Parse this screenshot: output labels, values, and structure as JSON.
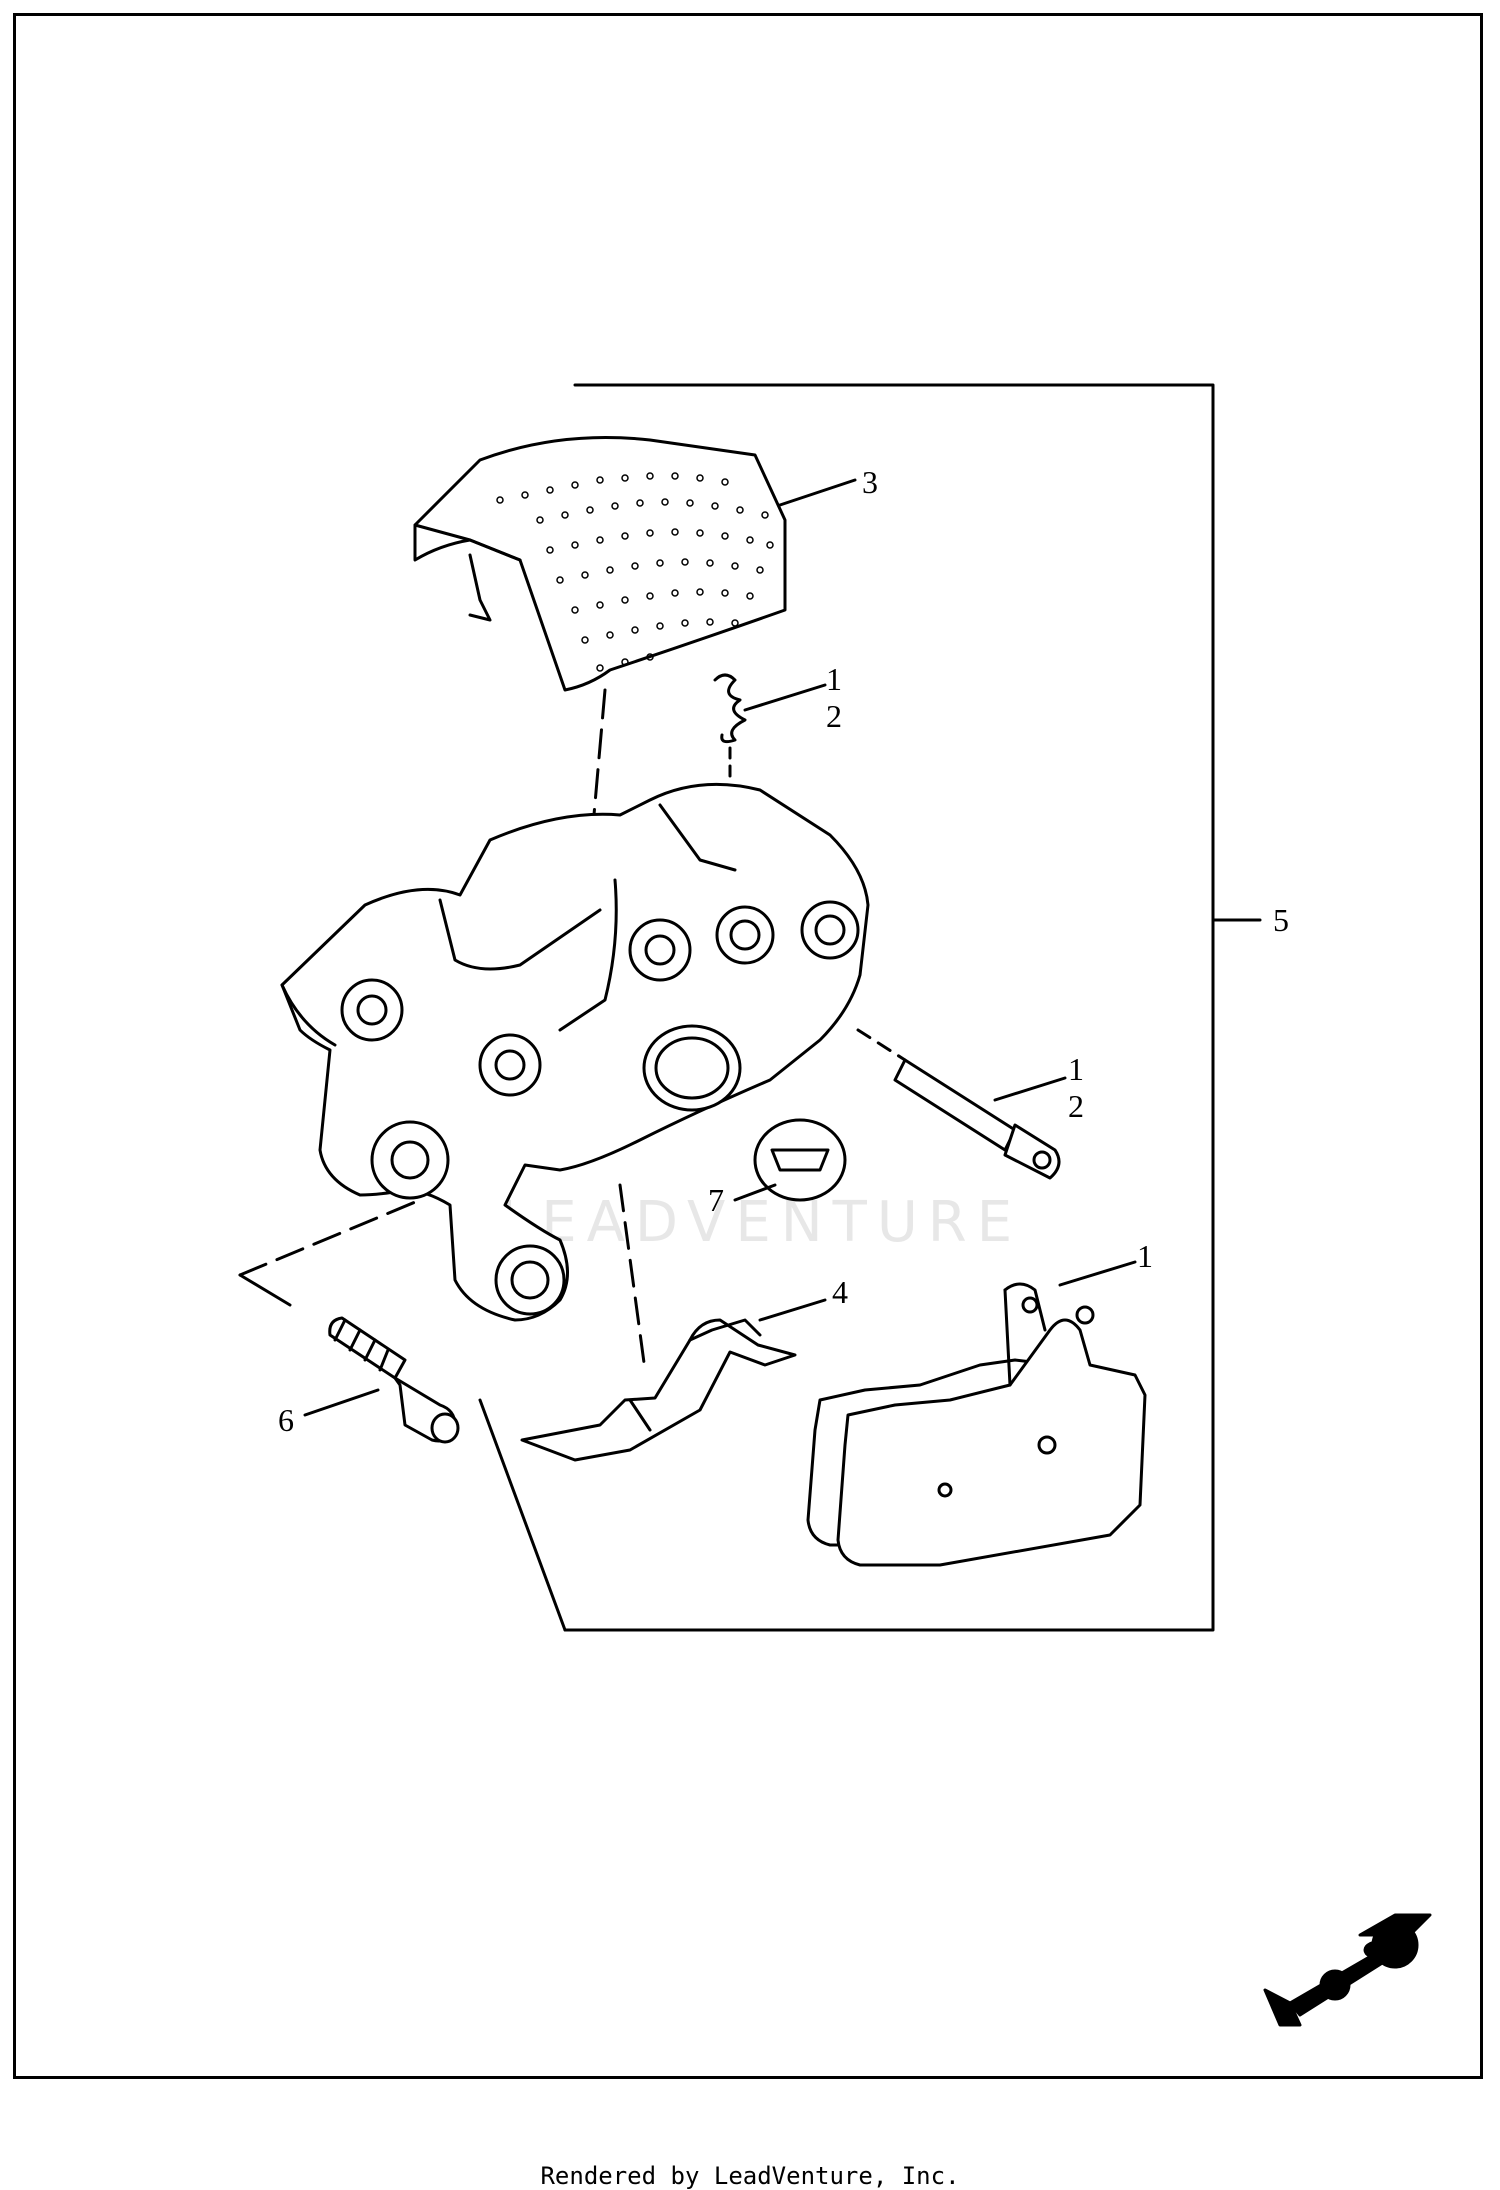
{
  "callouts": {
    "c3": "3",
    "c1a": "1",
    "c2a": "2",
    "c5": "5",
    "c1b": "1",
    "c2b": "2",
    "c7": "7",
    "c1c": "1",
    "c4": "4",
    "c6": "6"
  },
  "watermark": "LEADVENTURE",
  "footer": "Rendered by LeadVenture, Inc.",
  "icons": {
    "orientation": "motorcycle-direction-arrow-icon"
  }
}
